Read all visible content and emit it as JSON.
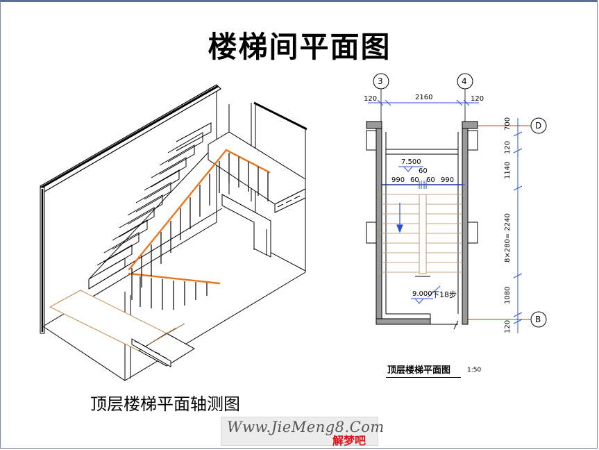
{
  "title": "楼梯间平面图",
  "axonometric_caption": "顶层楼梯平面轴测图",
  "plan": {
    "caption": "顶层楼梯平面图",
    "scale": "1:50",
    "axis_top": [
      "3",
      "4"
    ],
    "axis_right": [
      "D",
      "B"
    ],
    "dim_top": [
      "120",
      "2160",
      "120"
    ],
    "dim_inner": [
      "990",
      "60",
      "60",
      "60",
      "990"
    ],
    "dim_right": [
      "700",
      "120",
      "1140",
      "8×280= 2240",
      "1080",
      "120"
    ],
    "elev_top": "7.500",
    "elev_bottom": "9.000",
    "step_note": "下18步"
  },
  "watermark": {
    "url": "Www.JieMeng8.Com",
    "text": "解梦吧"
  },
  "colors": {
    "handrail": "#e8761e",
    "wall_fill": "#9a9a9a",
    "axis_red": "#d23030",
    "dim_blue": "#2b4fd8",
    "watermark_red": "#d8141b"
  }
}
